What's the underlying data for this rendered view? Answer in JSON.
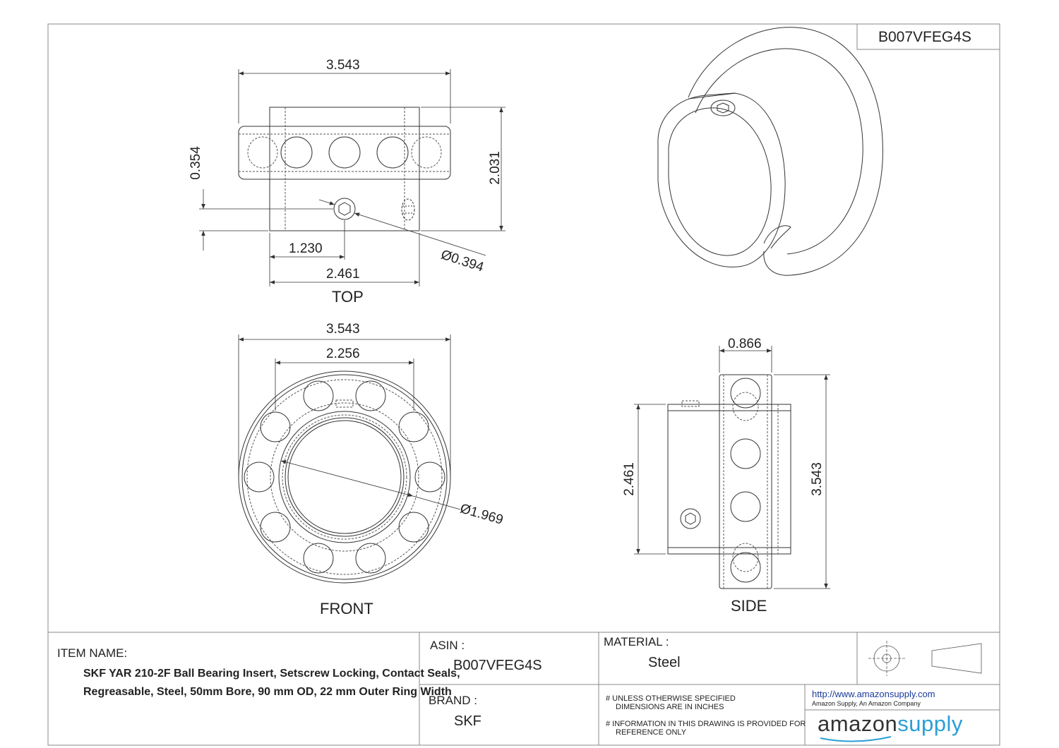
{
  "part_number": "B007VFEG4S",
  "views": {
    "top": {
      "title": "TOP",
      "dims": {
        "width_outer": "3.543",
        "width_inner": "2.461",
        "screw_offset": "1.230",
        "height": "2.031",
        "screw_height": "0.354",
        "hole_dia": "Ø0.394"
      }
    },
    "front": {
      "title": "FRONT",
      "dims": {
        "outer": "3.543",
        "ball_circle": "2.256",
        "bore": "Ø1.969"
      }
    },
    "side": {
      "title": "SIDE",
      "dims": {
        "ring_width": "0.866",
        "inner_height": "2.461",
        "outer_height": "3.543"
      }
    }
  },
  "title_block": {
    "item_name_label": "ITEM NAME:",
    "item_name_lines": [
      "SKF YAR 210-2F Ball Bearing Insert, Setscrew Locking, Contact Seals,",
      "Regreasable, Steel, 50mm Bore, 90 mm OD, 22 mm Outer Ring Width"
    ],
    "asin_label": "ASIN :",
    "asin": "B007VFEG4S",
    "brand_label": "BRAND :",
    "brand": "SKF",
    "material_label": "MATERIAL :",
    "material": "Steel",
    "note1_lines": [
      "# UNLESS OTHERWISE SPECIFIED",
      "DIMENSIONS ARE IN INCHES"
    ],
    "note2_lines": [
      "# INFORMATION IN THIS DRAWING IS PROVIDED FOR",
      "REFERENCE ONLY"
    ],
    "url": "http://www.amazonsupply.com",
    "company": "Amazon Supply, An Amazon Company",
    "logo_left": "amazon",
    "logo_right": "supply"
  },
  "colors": {
    "line": "#333333",
    "hidden": "#555555",
    "logo_blue": "#2a9fd6"
  }
}
